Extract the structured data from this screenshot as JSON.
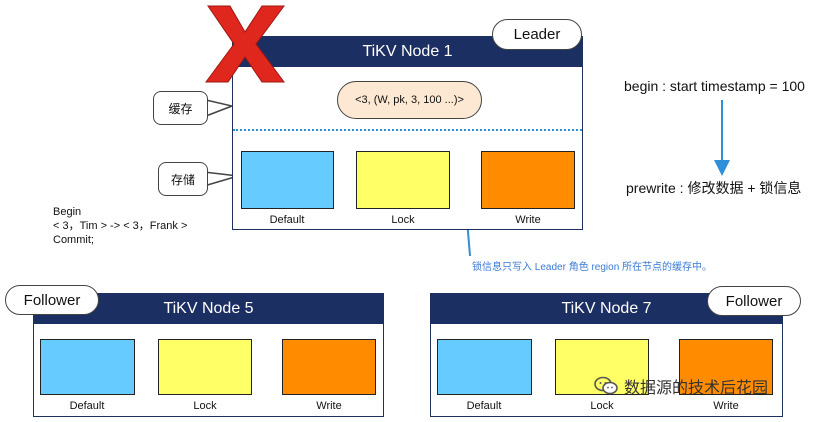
{
  "nodes": {
    "leader": {
      "title": "TiKV Node 1",
      "role": "Leader"
    },
    "follower_left": {
      "title": "TiKV Node 5",
      "role": "Follower"
    },
    "follower_right": {
      "title": "TiKV Node 7",
      "role": "Follower"
    }
  },
  "storage_labels": {
    "default": "Default",
    "lock": "Lock",
    "write": "Write"
  },
  "callouts": {
    "cache": "缓存",
    "storage": "存储"
  },
  "cache_entry": "<3, (W, pk, 3, 100 ...)>",
  "transaction_note": {
    "line1": "Begin",
    "line2": "< 3，Tim > -> < 3，Frank >",
    "line3": "Commit;"
  },
  "flow": {
    "begin": "begin : start timestamp = 100",
    "prewrite": "prewrite : 修改数据 + 锁信息"
  },
  "annotation": "锁信息只写入 Leader 角色 region 所在节点的缓存中。",
  "watermark": "数据源的技术后花园",
  "icons": {
    "failed_node": "red-x-icon",
    "watermark_logo": "wechat-icon"
  },
  "colors": {
    "header": "#1c2f63",
    "default": "#66ccff",
    "lock": "#ffff66",
    "write": "#ff8c00",
    "cache": "#fde9d3",
    "arrow": "#2f8fd8",
    "x": "#e0271e"
  }
}
